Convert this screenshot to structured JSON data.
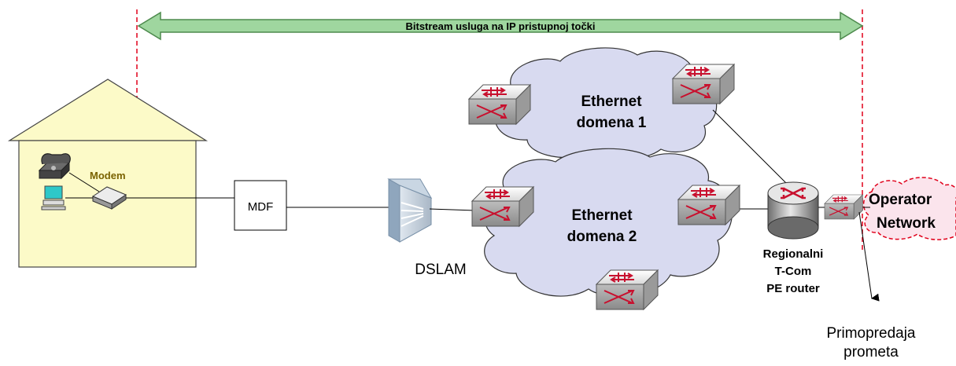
{
  "banner": {
    "label": "Bitstream usluga na IP pristupnoj točki"
  },
  "house": {
    "modem_label": "Modem"
  },
  "mdf": {
    "label": "MDF"
  },
  "dslam": {
    "label": "DSLAM"
  },
  "cloud1": {
    "line1": "Ethernet",
    "line2": "domena 1"
  },
  "cloud2": {
    "line1": "Ethernet",
    "line2": "domena 2"
  },
  "router": {
    "line1": "Regionalni",
    "line2": "T-Com",
    "line3": "PE router"
  },
  "operator": {
    "line1": "Operator",
    "line2": "Network"
  },
  "handover": {
    "line1": "Primopredaja",
    "line2": "prometa"
  },
  "colors": {
    "banner_fill": "#9fd69f",
    "house_fill": "#fcfac8",
    "cloud_fill": "#d8daf0",
    "operator_fill": "#fbe4ec",
    "dashed_line": "#e0001a"
  },
  "icons": [
    "telephone-icon",
    "computer-icon",
    "modem-icon",
    "dslam-icon",
    "ethernet-switch-icon",
    "router-icon"
  ]
}
